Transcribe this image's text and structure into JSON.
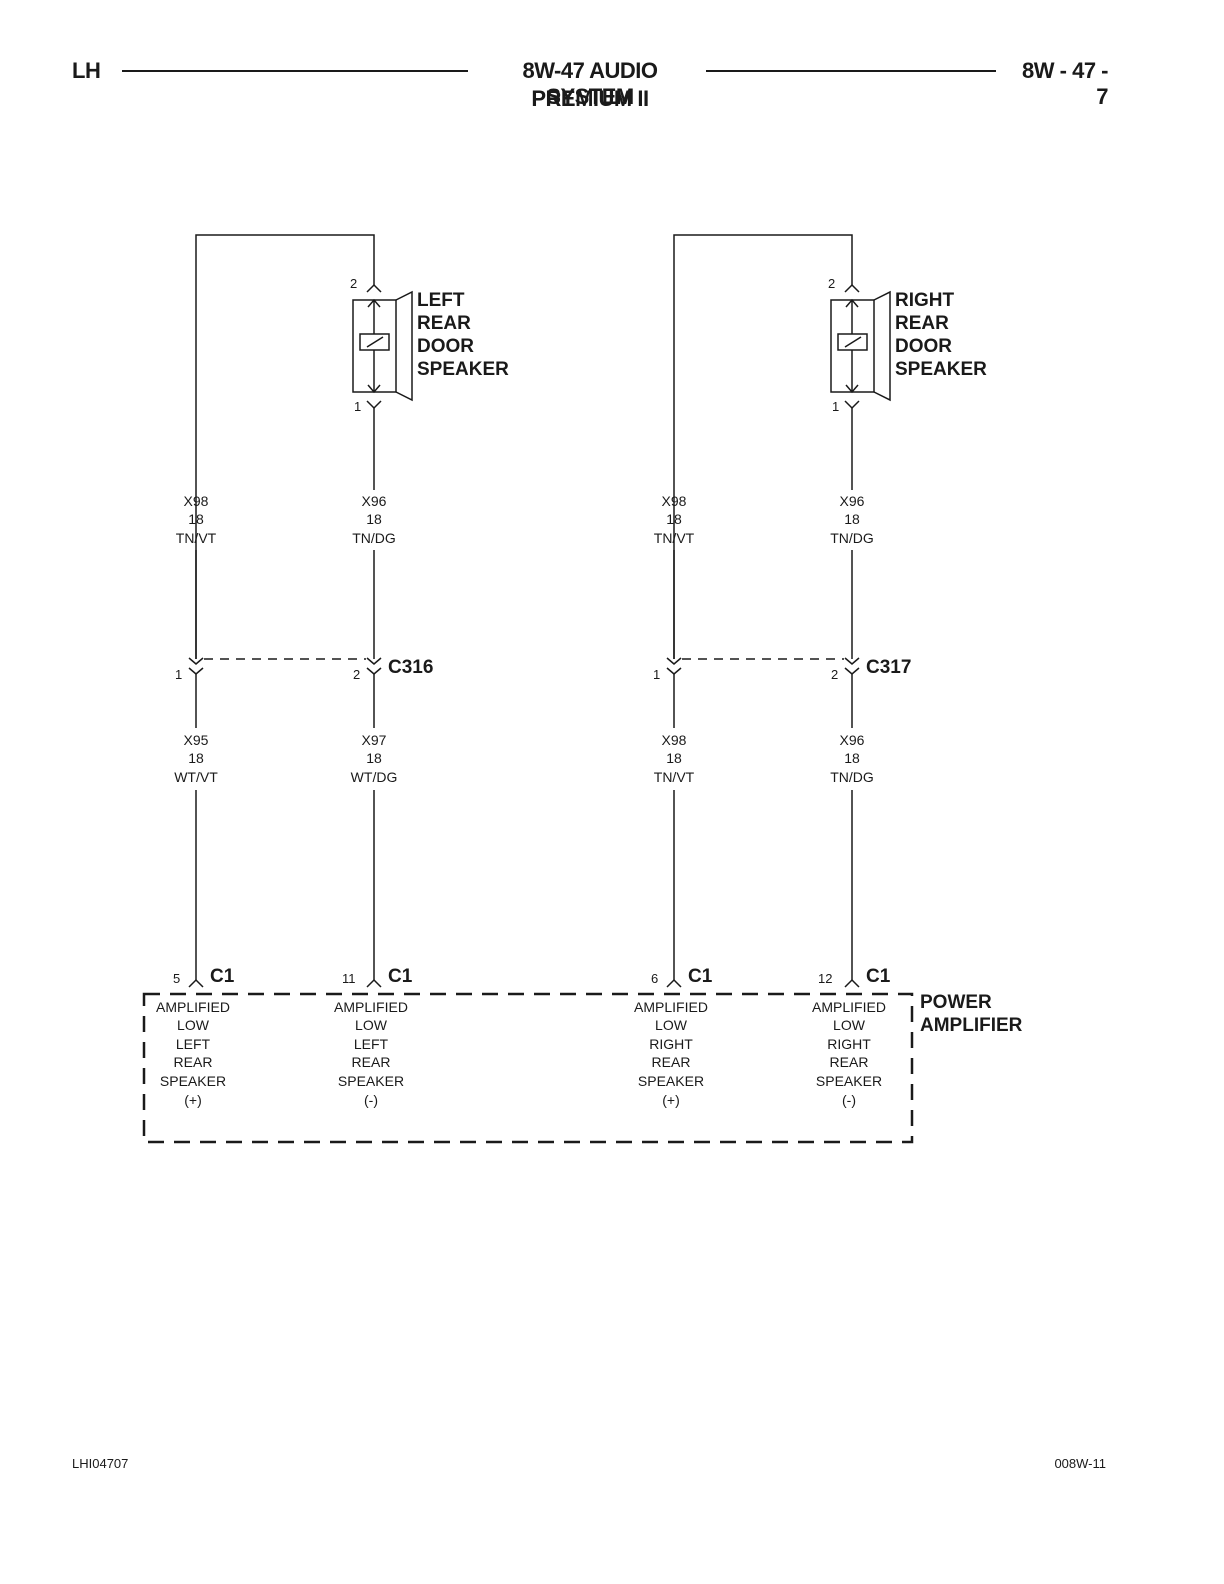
{
  "header": {
    "section": "LH",
    "title_line1": "8W-47 AUDIO SYSTEM",
    "title_line2": "PREMIUM II",
    "page": "8W - 47 - 7"
  },
  "footer": {
    "left_code": "LHI04707",
    "right_code": "008W-11"
  },
  "speakers": {
    "left": {
      "label": [
        "LEFT",
        "REAR",
        "DOOR",
        "SPEAKER"
      ],
      "pin_top": "2",
      "pin_bottom": "1"
    },
    "right": {
      "label": [
        "RIGHT",
        "REAR",
        "DOOR",
        "SPEAKER"
      ],
      "pin_top": "2",
      "pin_bottom": "1"
    }
  },
  "wires_upper": [
    {
      "circuit": "X98",
      "gauge": "18",
      "color": "TN/VT"
    },
    {
      "circuit": "X96",
      "gauge": "18",
      "color": "TN/DG"
    },
    {
      "circuit": "X98",
      "gauge": "18",
      "color": "TN/VT"
    },
    {
      "circuit": "X96",
      "gauge": "18",
      "color": "TN/DG"
    }
  ],
  "inline_connectors": [
    {
      "name": "C316",
      "pin_a": "1",
      "pin_b": "2"
    },
    {
      "name": "C317",
      "pin_a": "1",
      "pin_b": "2"
    }
  ],
  "wires_lower": [
    {
      "circuit": "X95",
      "gauge": "18",
      "color": "WT/VT"
    },
    {
      "circuit": "X97",
      "gauge": "18",
      "color": "WT/DG"
    },
    {
      "circuit": "X98",
      "gauge": "18",
      "color": "TN/VT"
    },
    {
      "circuit": "X96",
      "gauge": "18",
      "color": "TN/DG"
    }
  ],
  "amplifier": {
    "label": [
      "POWER",
      "AMPLIFIER"
    ],
    "terminals": [
      {
        "pin": "5",
        "connector": "C1",
        "lines": [
          "AMPLIFIED",
          "LOW",
          "LEFT",
          "REAR",
          "SPEAKER",
          "(+)"
        ]
      },
      {
        "pin": "11",
        "connector": "C1",
        "lines": [
          "AMPLIFIED",
          "LOW",
          "LEFT",
          "REAR",
          "SPEAKER",
          "(-)"
        ]
      },
      {
        "pin": "6",
        "connector": "C1",
        "lines": [
          "AMPLIFIED",
          "LOW",
          "RIGHT",
          "REAR",
          "SPEAKER",
          "(+)"
        ]
      },
      {
        "pin": "12",
        "connector": "C1",
        "lines": [
          "AMPLIFIED",
          "LOW",
          "RIGHT",
          "REAR",
          "SPEAKER",
          "(-)"
        ]
      }
    ]
  }
}
